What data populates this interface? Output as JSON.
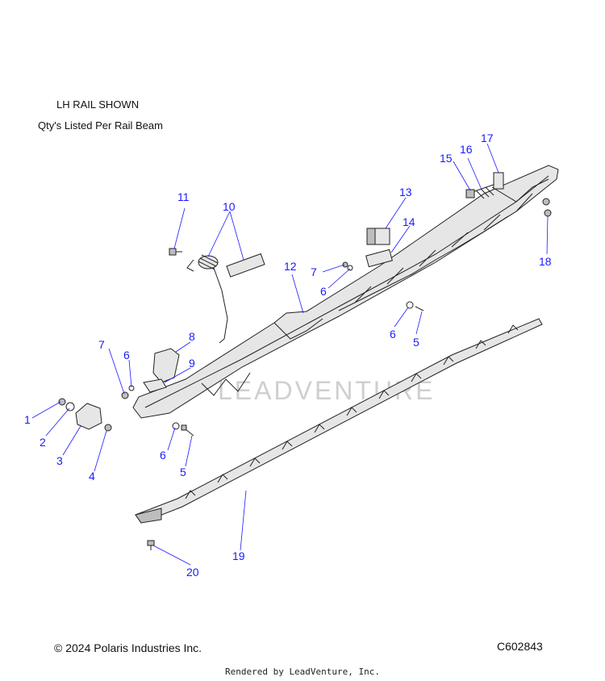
{
  "notes": {
    "line1": "LH RAIL SHOWN",
    "line2": "Qty's Listed Per Rail Beam"
  },
  "watermark": "LEADVENTURE",
  "footer": {
    "copyright": "© 2024 Polaris Industries Inc.",
    "diagram_id": "C602843",
    "rendered_by": "Rendered by LeadVenture, Inc."
  },
  "callouts": {
    "c1": "1",
    "c2": "2",
    "c3": "3",
    "c4": "4",
    "c5a": "5",
    "c5b": "5",
    "c6a": "6",
    "c6b": "6",
    "c6c": "6",
    "c6d": "6",
    "c7a": "7",
    "c7b": "7",
    "c8": "8",
    "c9": "9",
    "c10": "10",
    "c11": "11",
    "c12": "12",
    "c13": "13",
    "c14": "14",
    "c15": "15",
    "c16": "16",
    "c17": "17",
    "c18": "18",
    "c19": "19",
    "c20": "20"
  },
  "colors": {
    "callout": "#1a1aff",
    "line": "#222222"
  }
}
